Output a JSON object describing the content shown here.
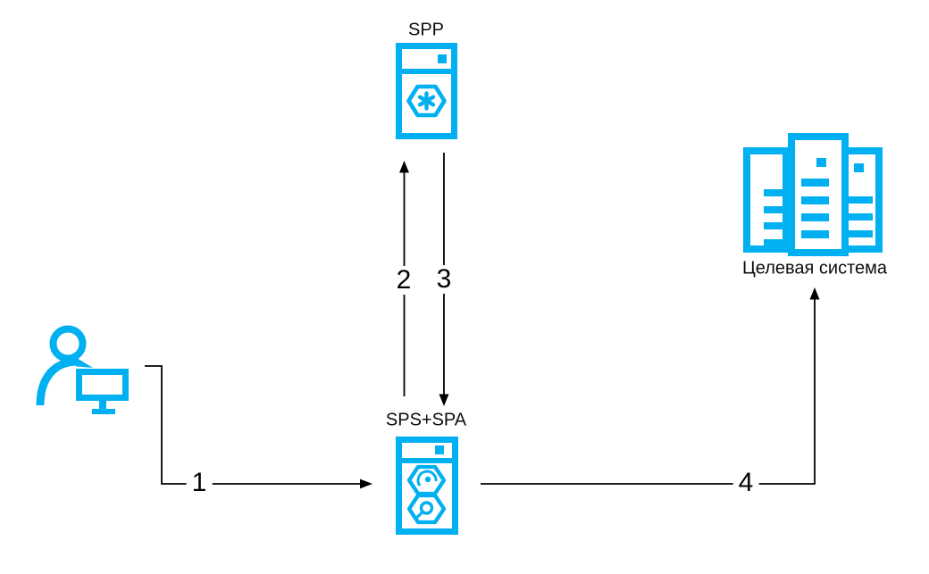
{
  "diagram": {
    "accent_color": "#00B0F0",
    "line_color": "#000000",
    "background_color": "#ffffff",
    "nodes": {
      "user": {
        "icon": "user-at-workstation-icon"
      },
      "spp": {
        "label": "SPP",
        "icon": "server-hexagon-asterisk-icon"
      },
      "sps_spa": {
        "label": "SPS+SPA",
        "icon": "server-two-hexagons-icon"
      },
      "target": {
        "label": "Целевая система",
        "icon": "server-farm-icon"
      }
    },
    "arrows": [
      {
        "label": "1",
        "from": "user",
        "to": "sps_spa",
        "direction": "right"
      },
      {
        "label": "2",
        "from": "sps_spa",
        "to": "spp",
        "direction": "up"
      },
      {
        "label": "3",
        "from": "spp",
        "to": "sps_spa",
        "direction": "down"
      },
      {
        "label": "4",
        "from": "sps_spa",
        "to": "target",
        "direction": "right-then-up"
      }
    ]
  }
}
